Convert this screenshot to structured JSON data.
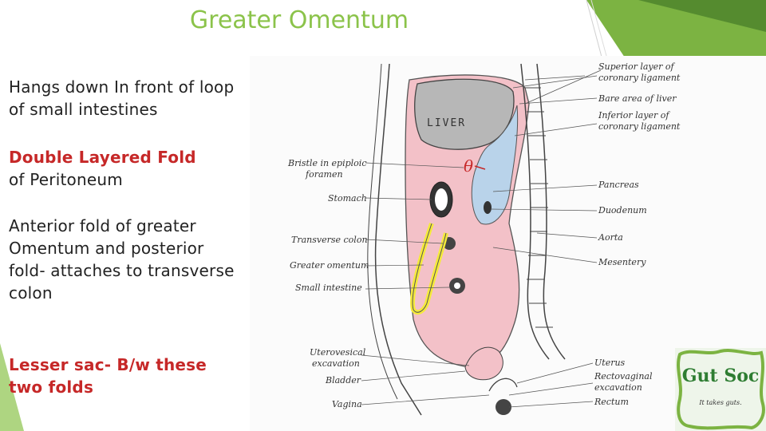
{
  "title": "Greater Omentum",
  "bullets": {
    "p1": "Hangs down In front of loop of small intestines",
    "p2_highlight": "Double Layered Fold",
    "p2_rest": "of Peritoneum",
    "p3": "Anterior fold of greater Omentum and posterior fold- attaches to transverse colon",
    "p4": "Lesser sac- B/w these two folds"
  },
  "diagram": {
    "organ_label": "LIVER",
    "symbol": "θ",
    "left_labels": [
      "Bristle in epiploic",
      "foramen",
      "Stomach",
      "Transverse colon",
      "Greater omentum",
      "Small intestine",
      "Uterovesical",
      "excavation",
      "Bladder",
      "Vagina"
    ],
    "right_labels": [
      "Superior layer of",
      "coronary ligament",
      "Bare area of liver",
      "Inferior layer of",
      "coronary ligament",
      "Pancreas",
      "Duodenum",
      "Aorta",
      "Mesentery",
      "Uterus",
      "Rectovaginal",
      "excavation",
      "Rectum"
    ]
  },
  "logo": {
    "title": "Gut Soc",
    "tagline": "It takes guts."
  },
  "colors": {
    "title": "#8bc34a",
    "highlight": "#c62828",
    "accent_green": "#6aa84f",
    "peritoneum_pink": "#f3c1c8",
    "lesser_sac_blue": "#b9d3ea",
    "omentum_yellow": "#f5ea3a"
  }
}
